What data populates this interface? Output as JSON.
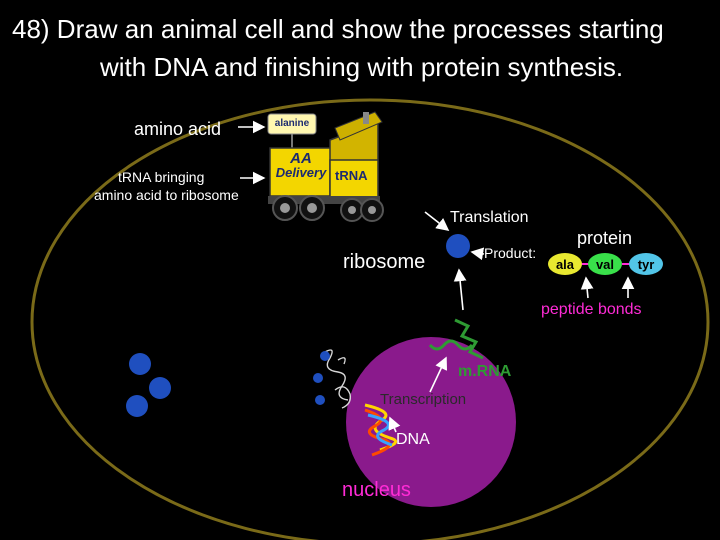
{
  "title": {
    "line1": "48) Draw an animal cell and show the processes starting",
    "line2": "with DNA and finishing with protein synthesis."
  },
  "labels": {
    "amino_acid": "amino acid",
    "trna_bringing_1": "tRNA bringing",
    "trna_bringing_2": "amino acid to ribosome",
    "translation": "Translation",
    "ribosome": "ribosome",
    "product": "Product:",
    "protein": "protein",
    "peptide_bonds": "peptide bonds",
    "mrna": "m.RNA",
    "transcription": "Transcription",
    "dna": "DNA",
    "nucleus": "nucleus"
  },
  "truck": {
    "sign": "alanine",
    "cab_line1": "AA",
    "cab_line2": "Delivery",
    "side_label": "tRNA"
  },
  "protein_chain": [
    "ala",
    "val",
    "tyr"
  ],
  "colors": {
    "background": "#000000",
    "membrane": "#7a6a18",
    "nucleus": "#8a1a8c",
    "ribosome": "#1f4fbf",
    "label_green": "#2e9b33",
    "label_magenta": "#ff2bd6",
    "ala": "#e8e830",
    "val": "#39e04a",
    "tyr": "#52c5e8",
    "truck_yellow": "#f3d600"
  }
}
